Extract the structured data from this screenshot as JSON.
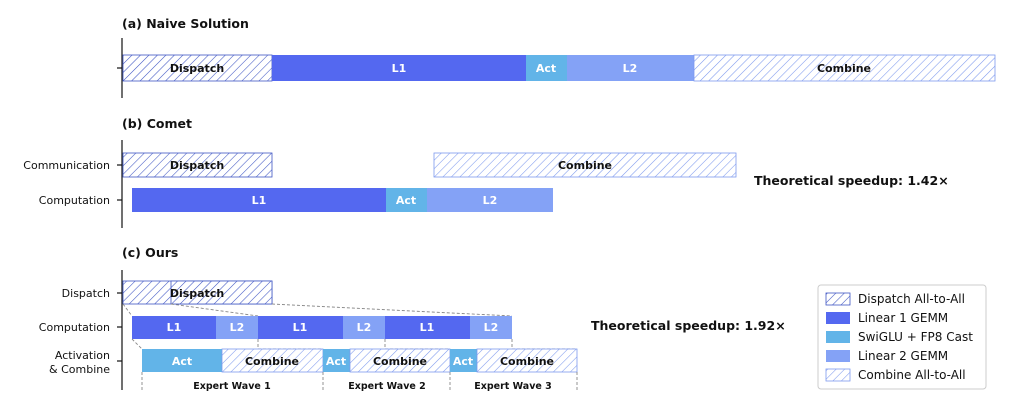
{
  "colors": {
    "linear1": "#5468f0",
    "act": "#62b4e8",
    "linear2": "#84a2f6",
    "dispatch_hatch": "#3f56c4",
    "combine_hatch": "#7d99ee",
    "axis": "#111111",
    "guide": "#888888"
  },
  "naive": {
    "title": "(a) Naive Solution",
    "dispatch": "Dispatch",
    "l1": "L1",
    "act": "Act",
    "l2": "L2",
    "combine": "Combine"
  },
  "comet": {
    "title": "(b) Comet",
    "row_communication": "Communication",
    "row_computation": "Computation",
    "dispatch": "Dispatch",
    "combine": "Combine",
    "l1": "L1",
    "act": "Act",
    "l2": "L2",
    "speedup": "Theoretical speedup: 1.42×"
  },
  "ours": {
    "title": "(c) Ours",
    "row_dispatch": "Dispatch",
    "row_computation": "Computation",
    "row_activation_line1": "Activation",
    "row_activation_line2": "& Combine",
    "dispatch": "Dispatch",
    "l1": "L1",
    "l2": "L2",
    "act": "Act",
    "combine": "Combine",
    "wave1": "Expert Wave 1",
    "wave2": "Expert Wave 2",
    "wave3": "Expert Wave 3",
    "speedup": "Theoretical speedup: 1.92×"
  },
  "legend": {
    "dispatch": "Dispatch All-to-All",
    "linear1": "Linear 1 GEMM",
    "swiglu": "SwiGLU + FP8 Cast",
    "linear2": "Linear 2 GEMM",
    "combine": "Combine All-to-All"
  }
}
